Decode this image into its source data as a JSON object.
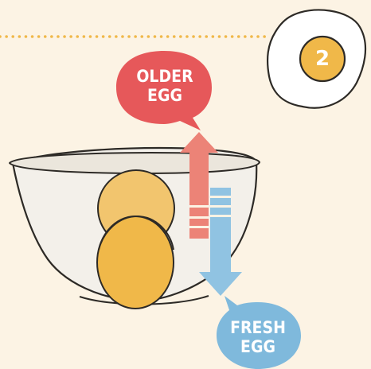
{
  "step": {
    "number": "2"
  },
  "labels": {
    "older": {
      "line1": "OLDER",
      "line2": "EGG"
    },
    "fresh": {
      "line1": "FRESH",
      "line2": "EGG"
    }
  },
  "colors": {
    "background": "#fcf3e4",
    "older_bubble": "#e6585a",
    "older_arrow": "#ec8377",
    "fresh_bubble": "#7fb9dc",
    "fresh_arrow": "#90c3e2",
    "yolk": "#f0b849",
    "yolk_faded": "#f2c56e",
    "bowl": "#f3f0ea",
    "outline": "#2d2a26",
    "dots": "#f0b849"
  },
  "icons": [
    "fried-egg-icon"
  ]
}
